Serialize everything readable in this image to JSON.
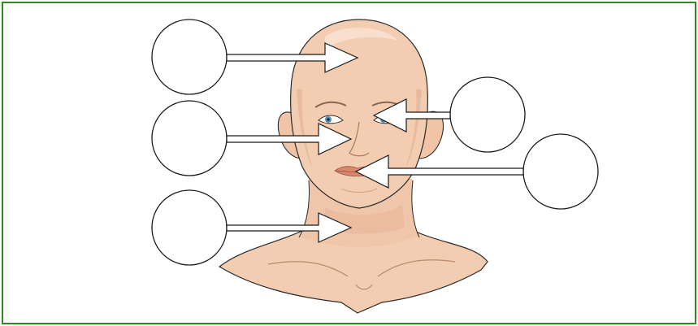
{
  "diagram": {
    "description_labels": [],
    "colors": {
      "border": "#2e8b1f",
      "skin": "#f3cdb2",
      "skin_shadow": "#e3ae8f",
      "skin_light": "#fae3d3",
      "outline": "#1a1a1a",
      "lips": "#d9876f",
      "eye_iris": "#5a8fb5"
    },
    "blank_callouts": [
      {
        "id": "forehead",
        "side": "left",
        "label": ""
      },
      {
        "id": "nose",
        "side": "left",
        "label": ""
      },
      {
        "id": "neck",
        "side": "left",
        "label": ""
      },
      {
        "id": "eye",
        "side": "right",
        "label": ""
      },
      {
        "id": "mouth",
        "side": "right",
        "label": ""
      }
    ]
  }
}
